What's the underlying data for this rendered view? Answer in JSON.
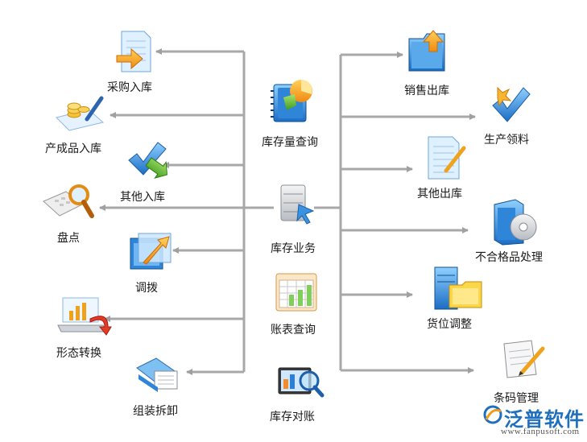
{
  "center": {
    "top": "库存量查询",
    "main": "库存业务",
    "ledger": "账表查询",
    "reconcile": "库存对账"
  },
  "left": [
    {
      "label": "采购入库",
      "icon": "document-arrow-icon"
    },
    {
      "label": "产成品入库",
      "icon": "coins-pen-icon"
    },
    {
      "label": "其他入库",
      "icon": "check-arrow-icon"
    },
    {
      "label": "盘点",
      "icon": "magnifier-calculator-icon"
    },
    {
      "label": "调拨",
      "icon": "window-arrow-icon"
    },
    {
      "label": "形态转换",
      "icon": "laptop-chart-icon"
    },
    {
      "label": "组装拆卸",
      "icon": "folder-file-icon"
    }
  ],
  "right": [
    {
      "label": "销售出库",
      "icon": "folder-up-icon"
    },
    {
      "label": "生产领料",
      "icon": "check-star-icon"
    },
    {
      "label": "其他出库",
      "icon": "document-pencil-icon"
    },
    {
      "label": "不合格品处理",
      "icon": "disc-box-icon"
    },
    {
      "label": "货位调整",
      "icon": "server-folder-icon"
    },
    {
      "label": "条码管理",
      "icon": "notepad-pencil-icon"
    }
  ],
  "logo": {
    "name": "泛普软件",
    "url": "www.fanpusoft.com"
  },
  "colors": {
    "line": "#a8a8a8",
    "blue": "#2d7fd3",
    "orange": "#f39a1e",
    "green": "#5cb531"
  }
}
